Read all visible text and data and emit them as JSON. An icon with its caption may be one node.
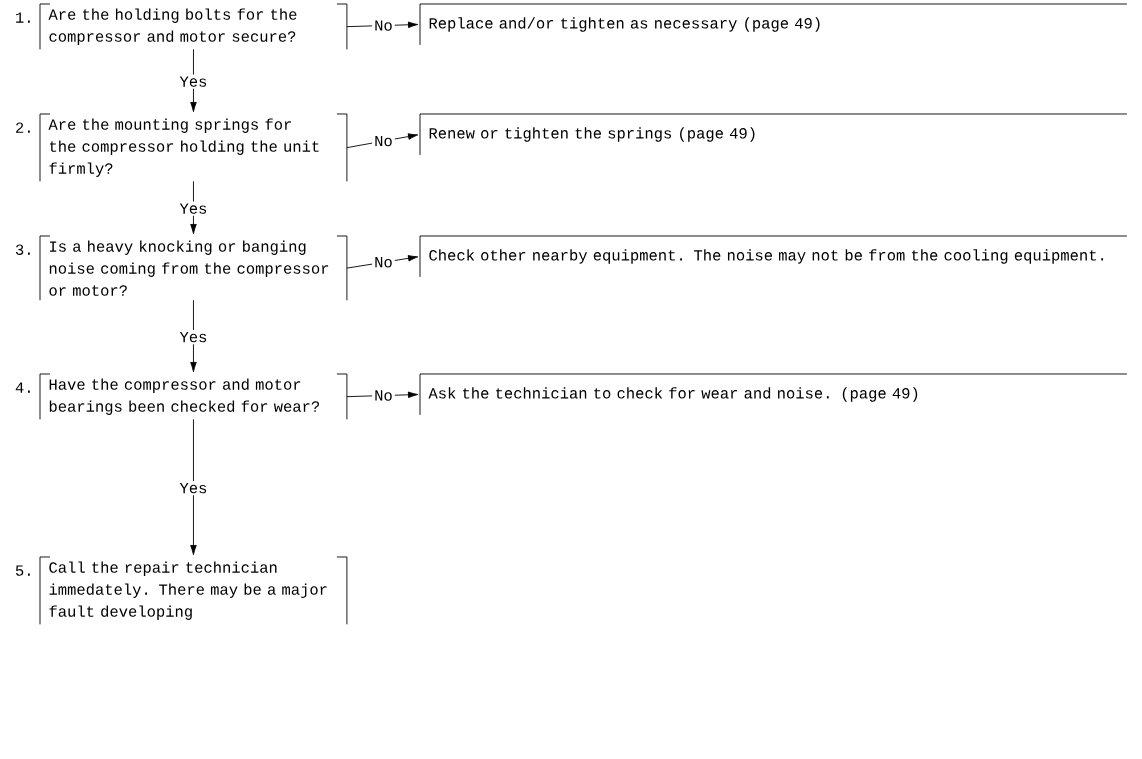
{
  "diagram": {
    "nodes": [
      {
        "text": [
          "Are the holding bolts for the compressor and motor secure?"
        ],
        "beside": [
          "1."
        ]
      },
      {
        "text": [
          "Replace and/or tighten as necessary (page 49)"
        ]
      },
      {
        "text": [
          "Are the mounting springs for the compressor holding the unit firmly?"
        ],
        "beside": [
          "2."
        ]
      },
      {
        "text": [
          "Renew or tighten the springs (page 49)"
        ]
      },
      {
        "text": [
          "Is a heavy knocking or banging noise coming from the compressor or motor?"
        ],
        "beside": [
          "3."
        ]
      },
      {
        "text": [
          "Check other nearby equipment. The noise may not be from the cooling equipment."
        ]
      },
      {
        "text": [
          "Have the compressor and motor bearings been checked for wear?"
        ],
        "beside": [
          "4."
        ]
      },
      {
        "text": [
          "Ask the technician to check for wear and noise. (page 49)"
        ]
      },
      {
        "text": [
          "Call the repair technician immedately. There may be a major fault developing"
        ],
        "beside": [
          "5."
        ]
      }
    ],
    "edges": [
      {
        "from": 0,
        "to": 1,
        "arrow": "to",
        "label": "No"
      },
      {
        "from": 0,
        "to": 2,
        "arrow": "to",
        "label": "Yes"
      },
      {
        "from": 2,
        "to": 3,
        "arrow": "to",
        "label": "No"
      },
      {
        "from": 2,
        "to": 4,
        "arrow": "to",
        "label": "Yes"
      },
      {
        "from": 4,
        "to": 5,
        "arrow": "to",
        "label": "No"
      },
      {
        "from": 4,
        "to": 6,
        "arrow": "to",
        "label": "Yes"
      },
      {
        "from": 6,
        "to": 7,
        "arrow": "to",
        "label": "No"
      },
      {
        "from": 6,
        "to": 8,
        "arrow": "to",
        "label": "Yes"
      }
    ]
  }
}
